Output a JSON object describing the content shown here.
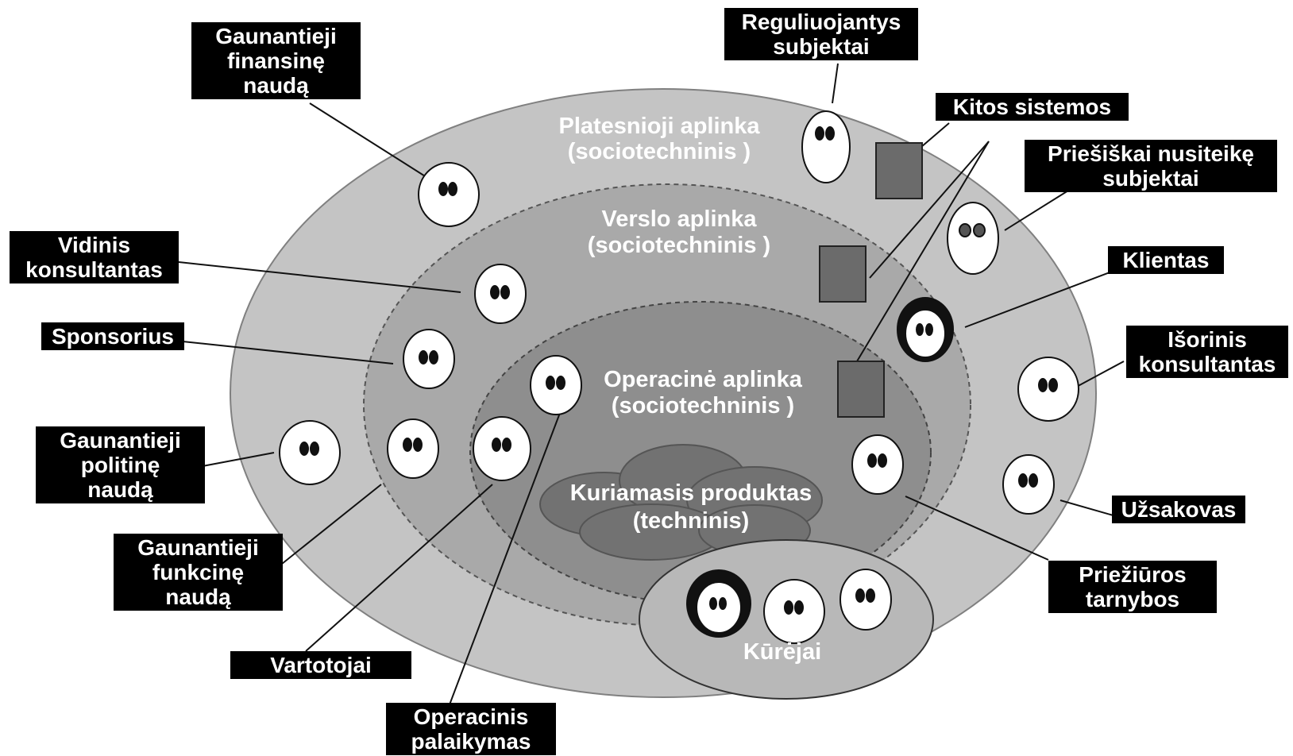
{
  "zones": {
    "wider": [
      "Platesnioji aplinka",
      "(sociotechninis )"
    ],
    "business": [
      "Verslo aplinka",
      "(sociotechninis )"
    ],
    "operational": [
      "Operacinė aplinka",
      "(sociotechninis )"
    ],
    "product": [
      "Kuriamasis produktas",
      "(techninis)"
    ],
    "developers": "Kūrėjai"
  },
  "labels": {
    "financial": [
      "Gaunantieji",
      "finansinę",
      "naudą"
    ],
    "regulators": [
      "Reguliuojantys",
      "subjektai"
    ],
    "other_systems": [
      "Kitos sistemos"
    ],
    "hostile": [
      "Priešiškai nusiteikę",
      "subjektai"
    ],
    "internal_consultant": [
      "Vidinis",
      "konsultantas"
    ],
    "sponsor": [
      "Sponsorius"
    ],
    "client": [
      "Klientas"
    ],
    "external_consultant": [
      "Išorinis",
      "konsultantas"
    ],
    "political": [
      "Gaunantieji",
      "politinę",
      "naudą"
    ],
    "customer": [
      "Užsakovas"
    ],
    "functional": [
      "Gaunantieji",
      "funkcinę",
      "naudą"
    ],
    "maintenance": [
      "Priežiūros",
      "tarnybos"
    ],
    "users": [
      "Vartotojai"
    ],
    "op_support": [
      "Operacinis",
      "palaikymas"
    ]
  },
  "colors": {
    "outer": "#c4c4c4",
    "business": "#a9a9a9",
    "operational": "#8e8e8e",
    "product": "#727272",
    "developers": "#b8b8b8",
    "label_bg": "#000000"
  }
}
